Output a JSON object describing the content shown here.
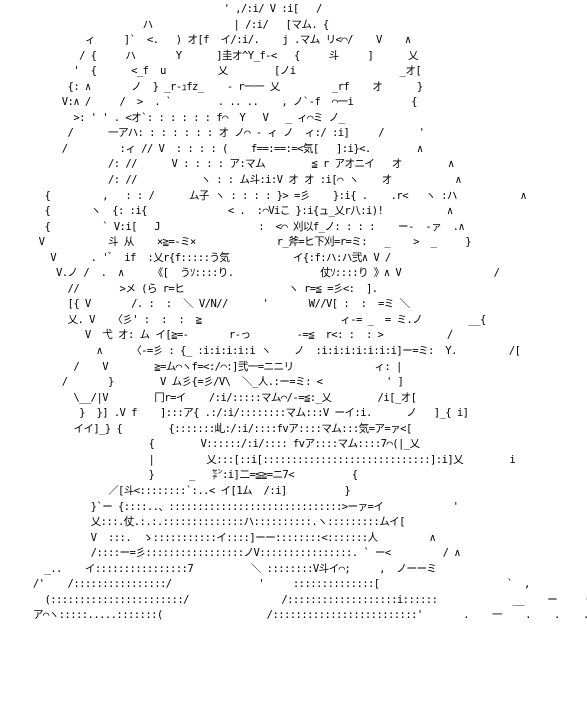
{
  "art": {
    "lines": [
      "                                      ' ,/:i/ V :i[   /",
      "                        ハ              | /:i/   [マム. {",
      "              ィ     ]`  <.   ) オ[f  イ/:i/.    j .マム リ<⌒/    V    ∧",
      "             / {     ハ       Y      ]圭オ^Y_f-<   {     斗     ]      乂",
      "            '  {      <_f  u         乂        [ノi                  _オ[",
      "           {: ∧       ノ  } _r-ｭfz_    - r一一 乂         _rf    オ      }",
      "          V:∧ /     /  >  . `        . .. ..    , ノ`-f  ⌒一i          {",
      "            >: ' ' . <オ`: : : : : : f⌒  Y   V   _ ィ⌒ミ ノ_",
      "           /      一アハ: : : : : : : オ ノ⌒ - ィ ノ  ィ:/ :i]     /      '",
      "          /         :ィ // V  : : : : (    f==:==:=<気[   ]:i}<.        ∧",
      "                  /: //      V : : : : ア:マム        ≦ r アオニイ   オ        ∧",
      "                  /: //           ヽ : : ム斗:i:V オ オ :i[⌒ ヽ    オ           ∧",
      "       {         ,   : : /      ム子 ヽ : : : : }> =彡    }:i{ .    .r<   ヽ :ハ           ∧",
      "       {       ヽ  {: :i{              < .  :⌒Viこ }:i{ュ_乂r八:i)!           ∧",
      "       {         ` V:i[   J                 :  <⌒ 刈以f_ノ: : : :    ー-  -ァ  .∧",
      "      V           斗 从    ×≧=-ミ×              r_斧=ヒ下刈=r=ミ:   _    >  _     }",
      "        V      . 'ﾞ  if  :乂r{f:::::う気           イ{:f:ハ:ハ弐∧ V /",
      "         V.ノ /  .  ∧     《[  うｿ::::り.               仗ｿ::::り 》∧ V                /",
      "           //       >メ (ら r=ヒ                  ヽ r=≦ =彡<:  ].",
      "           [{ V       /. :  :  ＼ V/N//      '       W//V[ :  :  =ミ ＼",
      "           乂. V   〈彡' :  :  :  ≧                        ィ-= _  = ミ.ノ        __{",
      "              V  弋 オ: ム イ[≧=-       r-っ        -=≦  r<: :  : >           /",
      "                ∧     〈-=彡 : {_ :i:i:i:i:i ヽ    ノ  :i:i:i:i:i:i:i]ー=ミ:  Y.         /[",
      "            /    V        ≧=ム⌒ヽf=<:/⌒:]弐一=ニニリ              ィ: |",
      "          /       }        V ム彡{=彡/V\\  ＼_人.:ー=ミ: <           ' ]",
      "            \\__/|V        冂r=イ    /:i/:::::マム⌒/-=≦:_乂        /i[_オ[",
      "             }  }] .V f    ]:::ア{ .:/:i/::::::::マム:::V ーイ:i.      ノ   ]_{ i]",
      "            イイ]_} {        {:::::::乢:/:i/::::fvア::::マム:::気=ア=ァ<[",
      "                         {        V::::::/:i/:::: fvア::::マム::::7⌒(|_乂",
      "                         |         乂:::[::i[:::::::::::::::::::::::::::::]:i]乂        i",
      "                         }      _   ㌢:i]二=≦≧=ニ7<          {",
      "                  ／[斗<::::::::`:..< イ[1ム  /:i]          }",
      "               }`ー {::::..、::::::::::::::::::::::::::::::>ーァ=イ            '",
      "               乂:::.仗.:.:.::::::::::::::ハ::::::::::.ヽ:::::::::ムイ[",
      "               V  :::.  ゝ:::::::::::イ::::]ーー::::::::<:::::::人         ∧",
      "               /::::ー=彡:::::::::::::::::ノV::::::::::::::::. ` ー<         / ∧",
      "       _..    イ::::::::::::::::7          ＼ ::::::::V斗イ⌒;     ,  ノーーミ",
      "     /'    /::::::::::::::::/               '     ::::::::::::::[                      `  ,",
      "       (:::::::::::::::::::::::/                /:::::::::::::::::::i::::::             __    ー     一    ー-",
      "     ア⌒ヽ:::::.....:::::::(                  /:::::::::::::::::::::::::'       .    一    .    .    ."
    ]
  }
}
